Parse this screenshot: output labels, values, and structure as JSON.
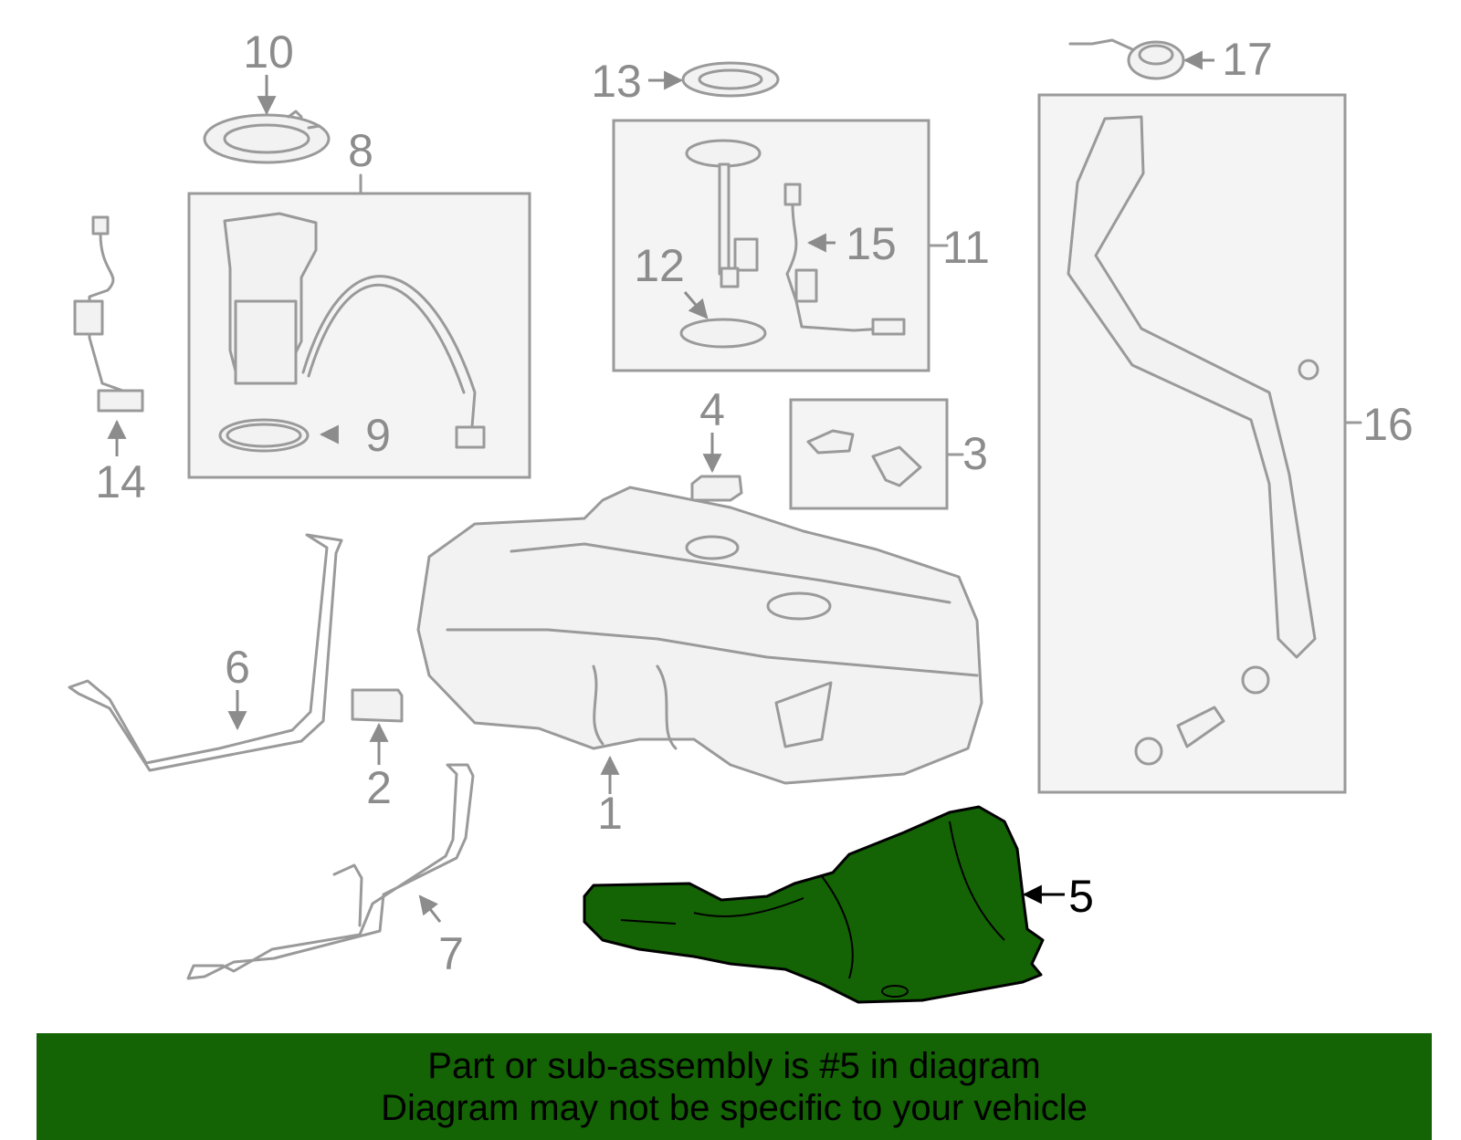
{
  "colors": {
    "highlight": "#146305",
    "banner": "#146305",
    "part_outline": "#9a9a9a",
    "part_fill": "#f2f2f2",
    "callout_text": "#8c8c8c"
  },
  "highlighted_part": "5",
  "callouts": [
    {
      "id": "c1",
      "label": "1"
    },
    {
      "id": "c2",
      "label": "2"
    },
    {
      "id": "c3",
      "label": "3"
    },
    {
      "id": "c4",
      "label": "4"
    },
    {
      "id": "c5",
      "label": "5"
    },
    {
      "id": "c6",
      "label": "6"
    },
    {
      "id": "c7",
      "label": "7"
    },
    {
      "id": "c8",
      "label": "8"
    },
    {
      "id": "c9",
      "label": "9"
    },
    {
      "id": "c10",
      "label": "10"
    },
    {
      "id": "c11",
      "label": "11"
    },
    {
      "id": "c12",
      "label": "12"
    },
    {
      "id": "c13",
      "label": "13"
    },
    {
      "id": "c14",
      "label": "14"
    },
    {
      "id": "c15",
      "label": "15"
    },
    {
      "id": "c16",
      "label": "16"
    },
    {
      "id": "c17",
      "label": "17"
    }
  ],
  "banner": {
    "line1": "Part or sub-assembly is #5 in diagram",
    "line2": "Diagram may not be specific to your vehicle"
  }
}
